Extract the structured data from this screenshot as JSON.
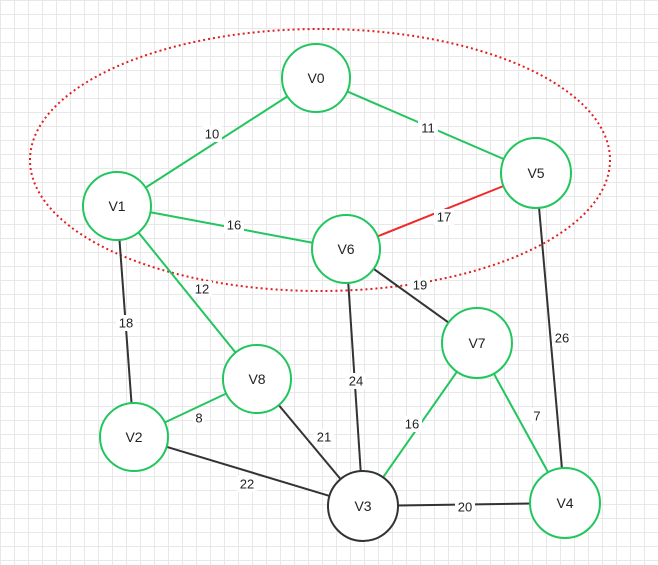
{
  "colors": {
    "green": "#22c55e",
    "red": "#ef2a2a",
    "black": "#333333",
    "region": "#e02020"
  },
  "nodes": [
    {
      "id": "V0",
      "label": "V0",
      "color": "green"
    },
    {
      "id": "V1",
      "label": "V1",
      "color": "green"
    },
    {
      "id": "V2",
      "label": "V2",
      "color": "green"
    },
    {
      "id": "V3",
      "label": "V3",
      "color": "black"
    },
    {
      "id": "V4",
      "label": "V4",
      "color": "green"
    },
    {
      "id": "V5",
      "label": "V5",
      "color": "green"
    },
    {
      "id": "V6",
      "label": "V6",
      "color": "green"
    },
    {
      "id": "V7",
      "label": "V7",
      "color": "green"
    },
    {
      "id": "V8",
      "label": "V8",
      "color": "green"
    }
  ],
  "edges": [
    {
      "from": "V1",
      "to": "V0",
      "weight": "10",
      "color": "green"
    },
    {
      "from": "V0",
      "to": "V5",
      "weight": "11",
      "color": "green"
    },
    {
      "from": "V1",
      "to": "V6",
      "weight": "16",
      "color": "green"
    },
    {
      "from": "V6",
      "to": "V5",
      "weight": "17",
      "color": "red"
    },
    {
      "from": "V1",
      "to": "V8",
      "weight": "12",
      "color": "green"
    },
    {
      "from": "V1",
      "to": "V2",
      "weight": "18",
      "color": "black"
    },
    {
      "from": "V6",
      "to": "V7",
      "weight": "19",
      "color": "black"
    },
    {
      "from": "V6",
      "to": "V3",
      "weight": "24",
      "color": "black"
    },
    {
      "from": "V5",
      "to": "V4",
      "weight": "26",
      "color": "black"
    },
    {
      "from": "V2",
      "to": "V8",
      "weight": "8",
      "color": "green"
    },
    {
      "from": "V8",
      "to": "V3",
      "weight": "21",
      "color": "black"
    },
    {
      "from": "V7",
      "to": "V3",
      "weight": "16",
      "color": "green"
    },
    {
      "from": "V7",
      "to": "V4",
      "weight": "7",
      "color": "green"
    },
    {
      "from": "V2",
      "to": "V3",
      "weight": "22",
      "color": "black"
    },
    {
      "from": "V3",
      "to": "V4",
      "weight": "20",
      "color": "black"
    }
  ]
}
